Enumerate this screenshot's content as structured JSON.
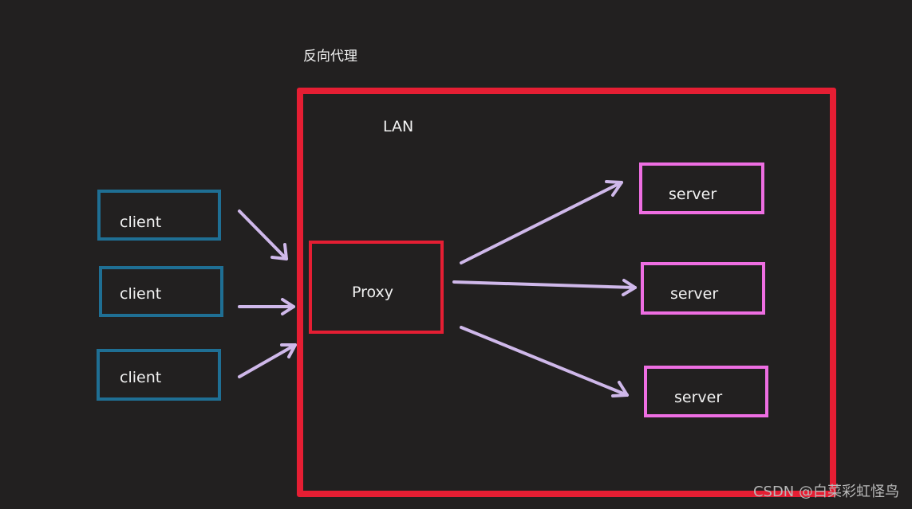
{
  "diagram": {
    "title": "反向代理",
    "network_label": "LAN",
    "proxy_label": "Proxy",
    "clients": [
      {
        "label": "client"
      },
      {
        "label": "client"
      },
      {
        "label": "client"
      }
    ],
    "servers": [
      {
        "label": "server"
      },
      {
        "label": "server"
      },
      {
        "label": "server"
      }
    ]
  },
  "watermark": "CSDN @白菜彩虹怪鸟",
  "colors": {
    "background": "#222020",
    "lan_border": "#e51e33",
    "proxy_border": "#e51e33",
    "client_border": "#1f6f94",
    "server_border": "#ee6ee2",
    "arrow": "#cfb8ea",
    "text": "#f2f2f2"
  }
}
